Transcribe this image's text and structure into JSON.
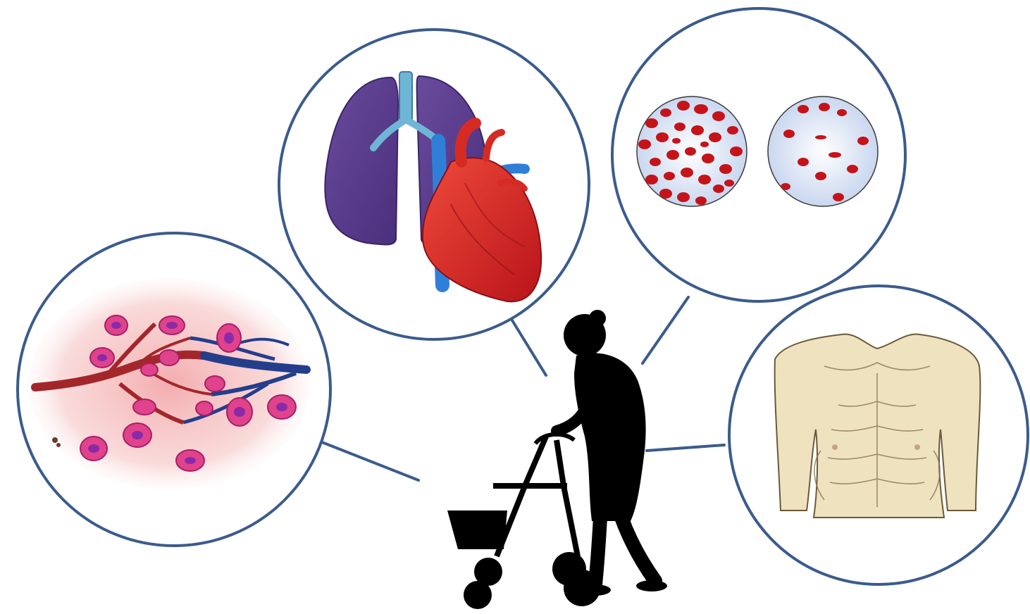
{
  "diagram": {
    "description_nodes": [
      {
        "id": "inflammation-vessels",
        "icon": "inflamed-blood-vessels-icon"
      },
      {
        "id": "heart-lungs",
        "icon": "heart-and-lungs-icon"
      },
      {
        "id": "blood-cells",
        "icon": "blood-cell-comparison-icon"
      },
      {
        "id": "muscle-wasting",
        "icon": "emaciated-torso-icon"
      }
    ],
    "center_figure": {
      "icon": "elderly-person-with-rollator-icon"
    }
  },
  "colors": {
    "circle_stroke": "#3b5b8c",
    "connector": "#3b5b8c",
    "lung": "#5b3e8e",
    "heart": "#d62b22",
    "vessel_blue": "#2f7fd8",
    "rbc": "#c4141a",
    "skin": "#efe2bf",
    "inflam": "#e05b86",
    "silhouette": "#000000"
  }
}
